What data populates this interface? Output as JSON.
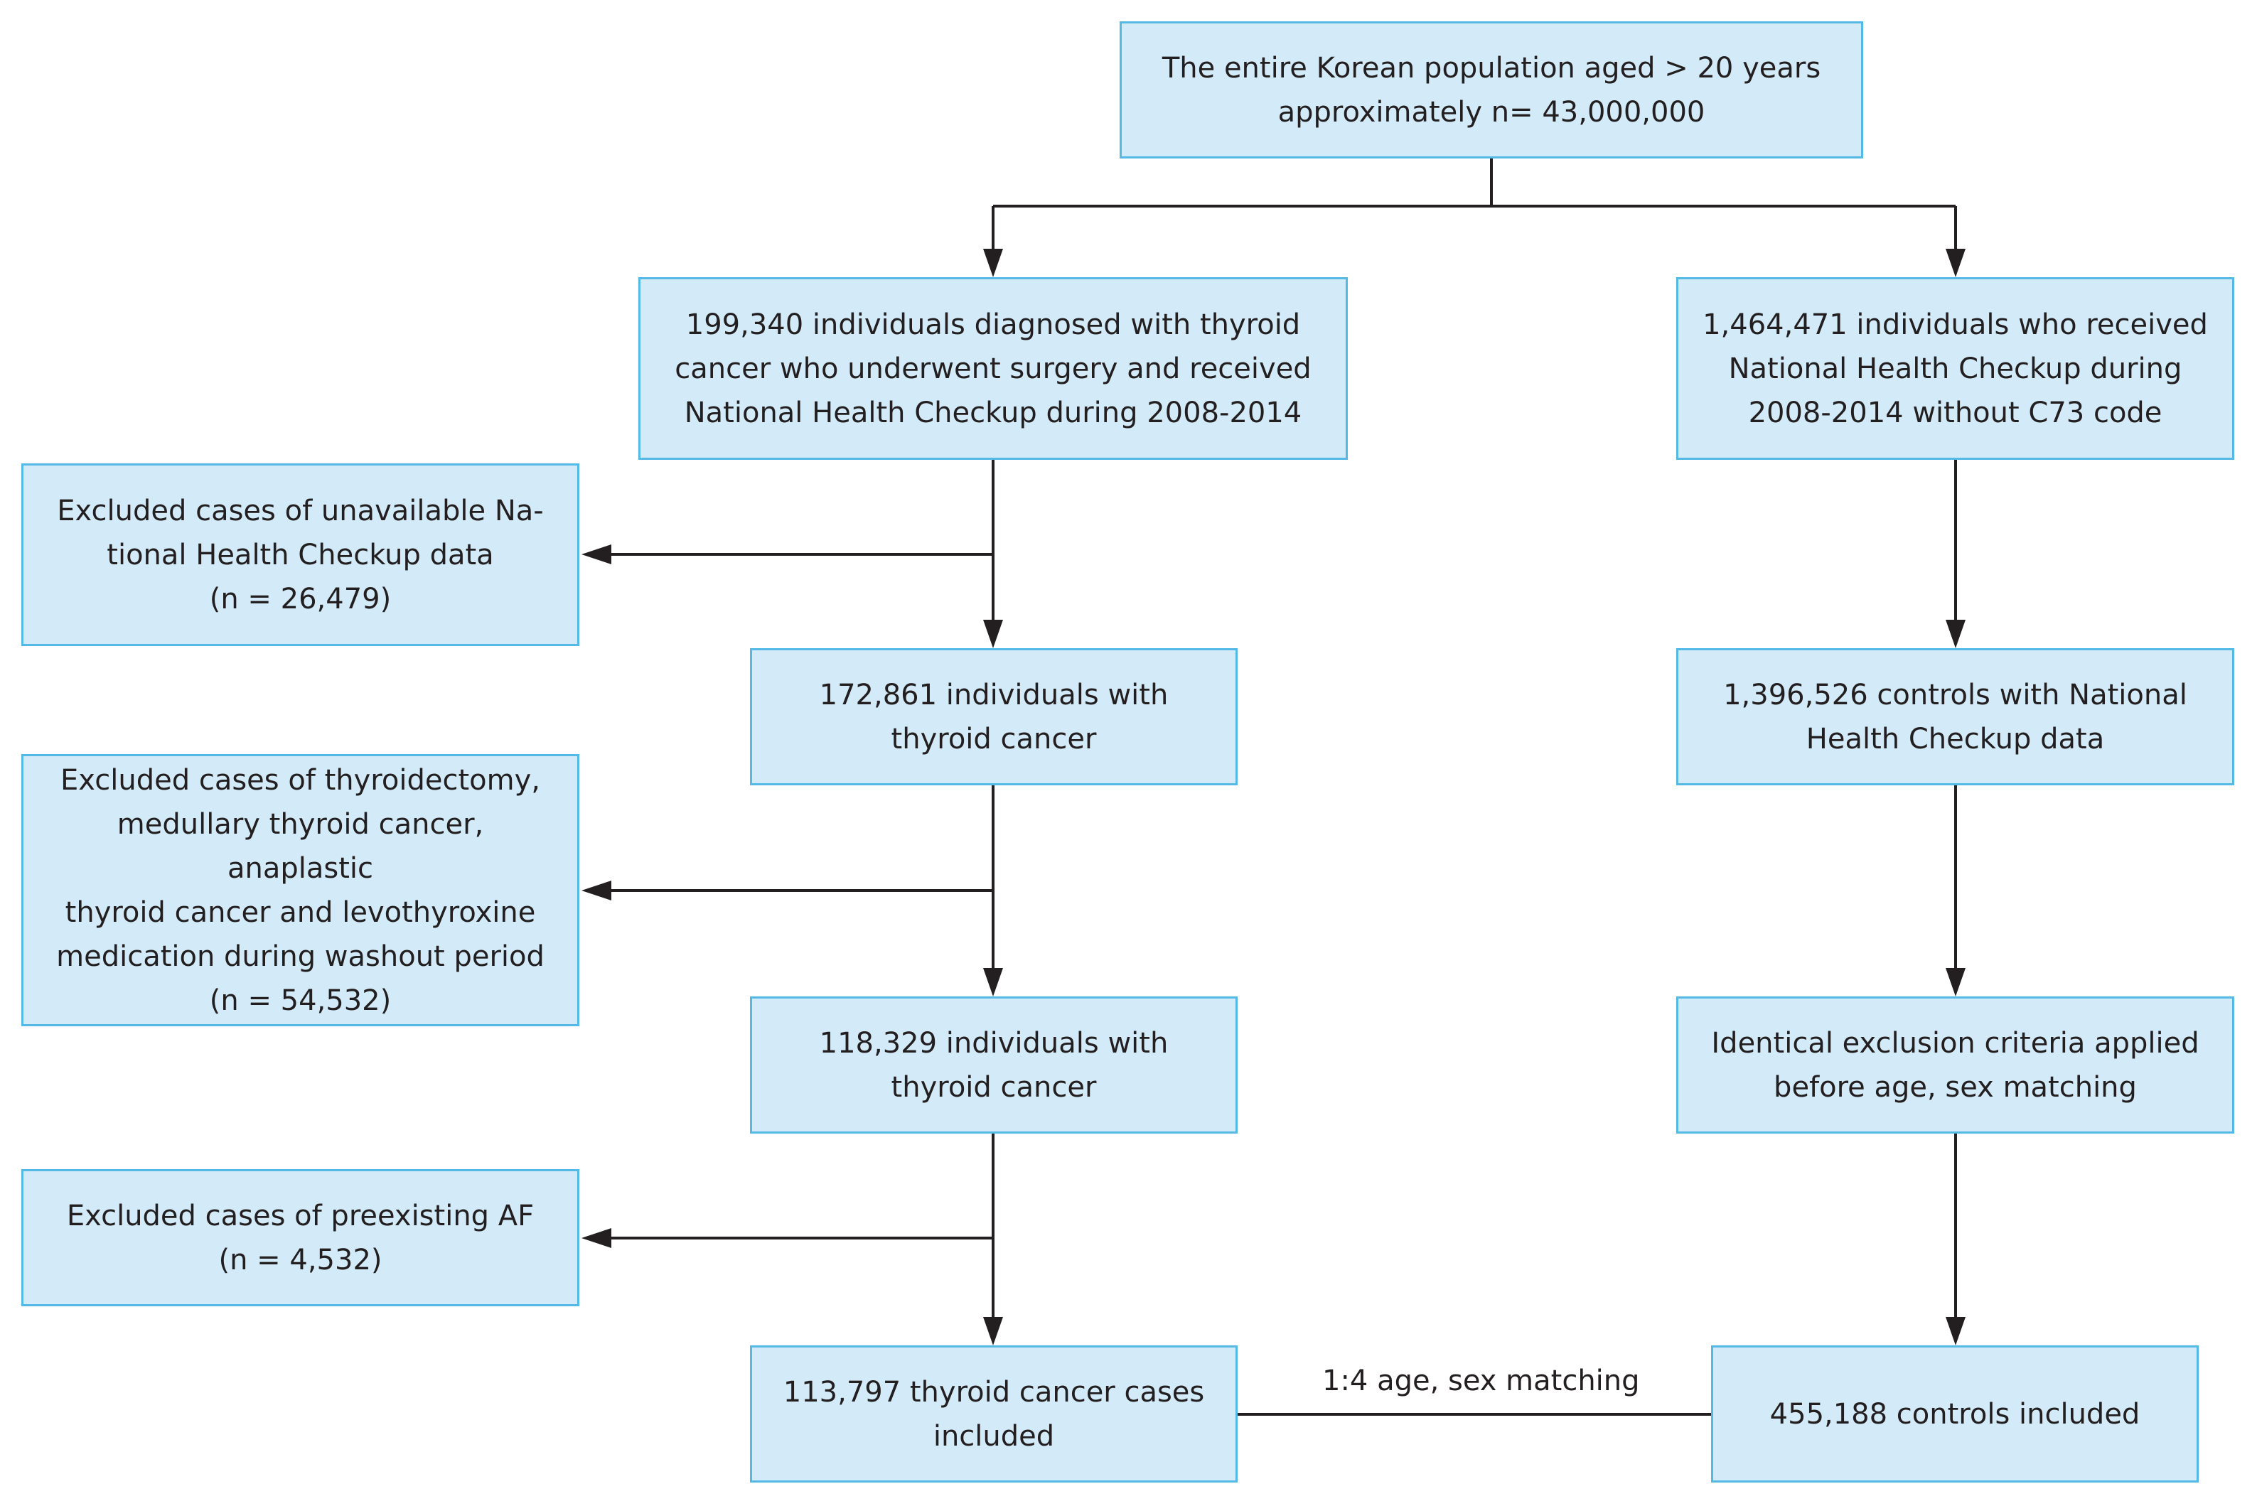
{
  "colors": {
    "box_fill": "#d3ebf8",
    "box_border": "#55b9e6",
    "line": "#231f20"
  },
  "nodes": {
    "top": "The entire Korean population aged > 20 years\napproximately n= 43,000,000",
    "cancer1": "199,340 individuals diagnosed with thyroid\ncancer who underwent surgery and received\nNational Health Checkup during 2008-2014",
    "control1": "1,464,471 individuals who received\nNational Health Checkup during\n2008-2014 without C73 code",
    "excl1": "Excluded cases of unavailable Na-\ntional Health Checkup data\n(n = 26,479)",
    "cancer2": "172,861 individuals with\nthyroid cancer",
    "control2": "1,396,526 controls with National\nHealth Checkup data",
    "excl2": "Excluded cases of thyroidectomy,\nmedullary thyroid cancer, anaplastic\nthyroid cancer and levothyroxine\nmedication during washout period\n(n = 54,532)",
    "cancer3": "118,329 individuals with\nthyroid cancer",
    "control3": "Identical exclusion criteria applied\nbefore age, sex matching",
    "excl3": "Excluded cases of preexisting AF\n(n = 4,532)",
    "cancer4": "113,797 thyroid cancer cases\nincluded",
    "control4": "455,188 controls included"
  },
  "edge_labels": {
    "matching": "1:4 age, sex matching"
  }
}
